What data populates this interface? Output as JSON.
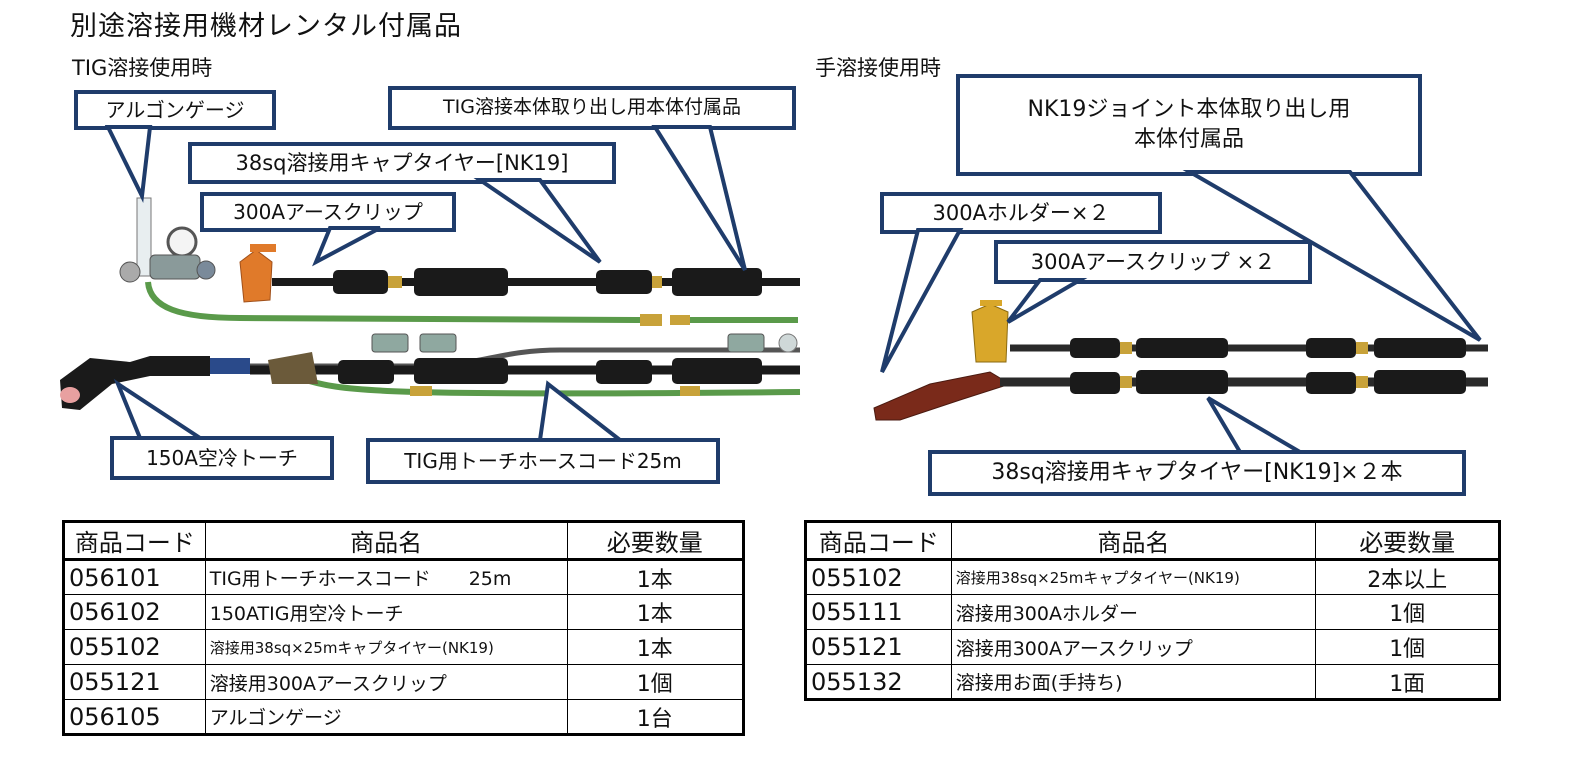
{
  "title": "別途溶接用機材レンタル付属品",
  "tig": {
    "heading": "TIG溶接使用時",
    "callouts": {
      "argon": "アルゴンゲージ",
      "body_parts": "TIG溶接本体取り出し用本体付属品",
      "cabtire": "38sq溶接用キャプタイヤー[NK19]",
      "clip": "300Aアースクリップ",
      "torch": "150A空冷トーチ",
      "hose": "TIG用トーチホースコード25m"
    },
    "table": {
      "headers": [
        "商品コード",
        "商品名",
        "必要数量"
      ],
      "rows": [
        {
          "code": "056101",
          "name": "TIG用トーチホースコード　　25m",
          "qty": "1本"
        },
        {
          "code": "056102",
          "name": "150ATIG用空冷トーチ",
          "qty": "1本"
        },
        {
          "code": "055102",
          "name": "溶接用38sq×25mキャプタイヤー(NK19)",
          "qty": "1本"
        },
        {
          "code": "055121",
          "name": "溶接用300Aアースクリップ",
          "qty": "1個"
        },
        {
          "code": "056105",
          "name": "アルゴンゲージ",
          "qty": "1台"
        }
      ]
    }
  },
  "manual": {
    "heading": "手溶接使用時",
    "callouts": {
      "body_parts": "NK19ジョイント本体取り出し用\n本体付属品",
      "holder": "300Aホルダー×２",
      "clip": "300Aアースクリップ ×２",
      "cabtire": "38sq溶接用キャプタイヤー[NK19]×２本"
    },
    "table": {
      "headers": [
        "商品コード",
        "商品名",
        "必要数量"
      ],
      "rows": [
        {
          "code": "055102",
          "name": "溶接用38sq×25mキャプタイヤー(NK19)",
          "qty": "2本以上"
        },
        {
          "code": "055111",
          "name": "溶接用300Aホルダー",
          "qty": "1個"
        },
        {
          "code": "055121",
          "name": "溶接用300Aアースクリップ",
          "qty": "1個"
        },
        {
          "code": "055132",
          "name": "溶接用お面(手持ち)",
          "qty": "1面"
        }
      ]
    }
  },
  "colors": {
    "callout_border": "#1f3c6b",
    "cable_black": "#1a1a1a",
    "hose_green": "#5a9a4a",
    "brass": "#c8a23a",
    "clip_orange": "#e07a2a",
    "holder_red": "#7a2a1a"
  }
}
